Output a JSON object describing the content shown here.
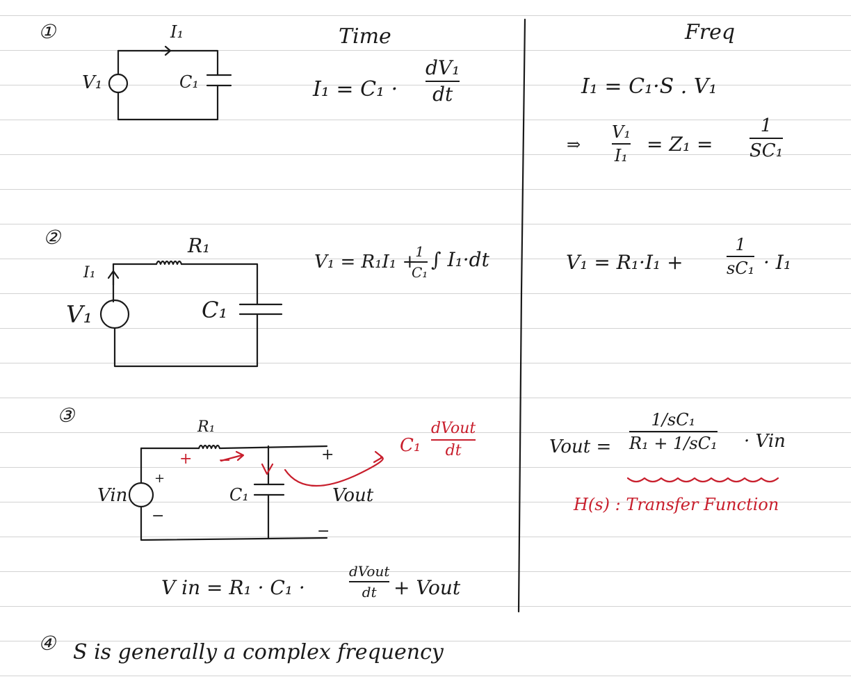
{
  "headers": {
    "time": "Time",
    "freq": "Freq"
  },
  "section_numbers": [
    "①",
    "②",
    "③",
    "④"
  ],
  "circuit1": {
    "labels": {
      "current": "I₁",
      "source": "V₁",
      "capacitor": "C₁"
    },
    "time_eq": {
      "lhs": "I₁ =  C₁ ·",
      "num": "dV₁",
      "den": "dt"
    },
    "freq_eq1": "I₁ = C₁·S . V₁",
    "freq_eq2": {
      "arrow": "⇒",
      "num": "V₁",
      "den": "I₁",
      "mid": "= Z₁ =",
      "rnum": "1",
      "rden": "SC₁"
    }
  },
  "circuit2": {
    "labels": {
      "resistor": "R₁",
      "current": "I₁",
      "source": "V₁",
      "capacitor": "C₁"
    },
    "time_eq": {
      "lhs": "V₁ = R₁I₁ +",
      "num": "1",
      "den": "C₁",
      "rhs": "∫ I₁·dt"
    },
    "freq_eq": {
      "lhs": "V₁ =  R₁·I₁  +",
      "num": "1",
      "den": "sC₁",
      "rhs": "· I₁"
    }
  },
  "circuit3": {
    "labels": {
      "resistor": "R₁",
      "source": "Vin",
      "source_plus": "+",
      "source_minus": "−",
      "capacitor": "C₁",
      "out_plus": "+",
      "out_minus": "−",
      "vout": "Vout",
      "r_plus": "+",
      "r_minus": "−"
    },
    "annotation": {
      "pre": "C₁",
      "num": "dVout",
      "den": "dt"
    },
    "time_eq": {
      "lhs": "V in  =  R₁ · C₁ ·",
      "num": "dVout",
      "den": "dt",
      "rhs": "+ Vout"
    },
    "freq_eq": {
      "lhs": "Vout =",
      "num": "1/sC₁",
      "den": "R₁ +  1/sC₁",
      "rhs": "· Vin"
    },
    "transfer_label": "H(s) : Transfer Function"
  },
  "note": "S  is  generally   a   complex  frequency",
  "colors": {
    "ink": "#1a1a1a",
    "red": "#c81e2c",
    "rule": "#d2d2d2"
  }
}
